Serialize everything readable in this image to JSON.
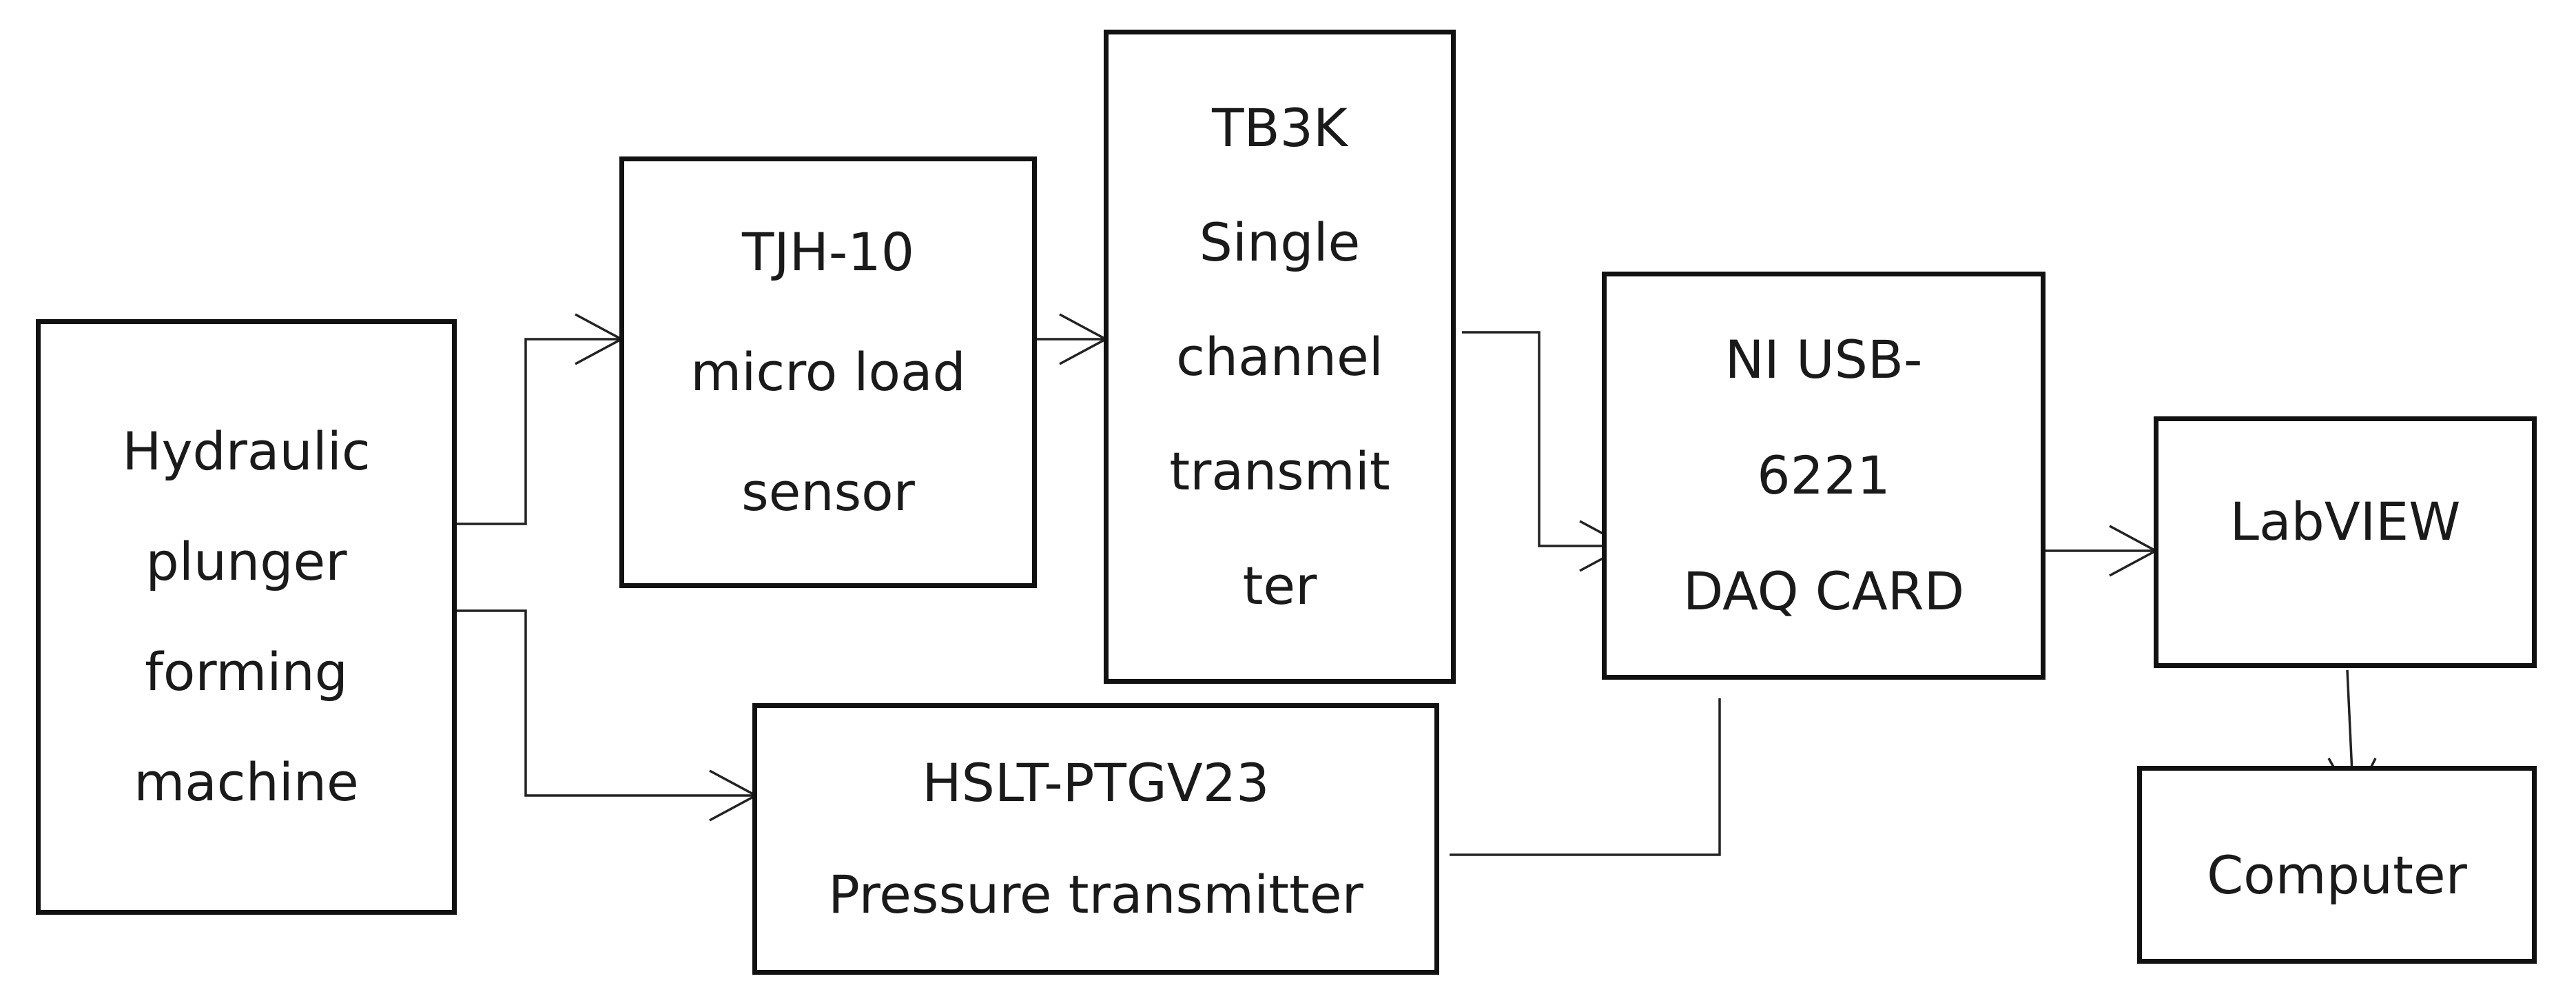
{
  "blocks": {
    "hydraulic_machine": [
      "Hydraulic",
      "plunger",
      "forming",
      "machine"
    ],
    "load_sensor": [
      "TJH-10",
      "micro load",
      "sensor"
    ],
    "single_channel_transmitter": [
      "TB3K",
      "Single",
      "channel",
      "transmit",
      "ter"
    ],
    "pressure_transmitter": [
      "HSLT-PTGV23",
      "Pressure transmitter"
    ],
    "daq_card": [
      "NI USB-",
      "6221",
      "DAQ CARD"
    ],
    "labview": [
      "LabVIEW"
    ],
    "computer": [
      "Computer"
    ]
  },
  "colors": {
    "border": "#111111",
    "line": "#222222",
    "text": "#1a1a1a",
    "background": "#ffffff"
  }
}
